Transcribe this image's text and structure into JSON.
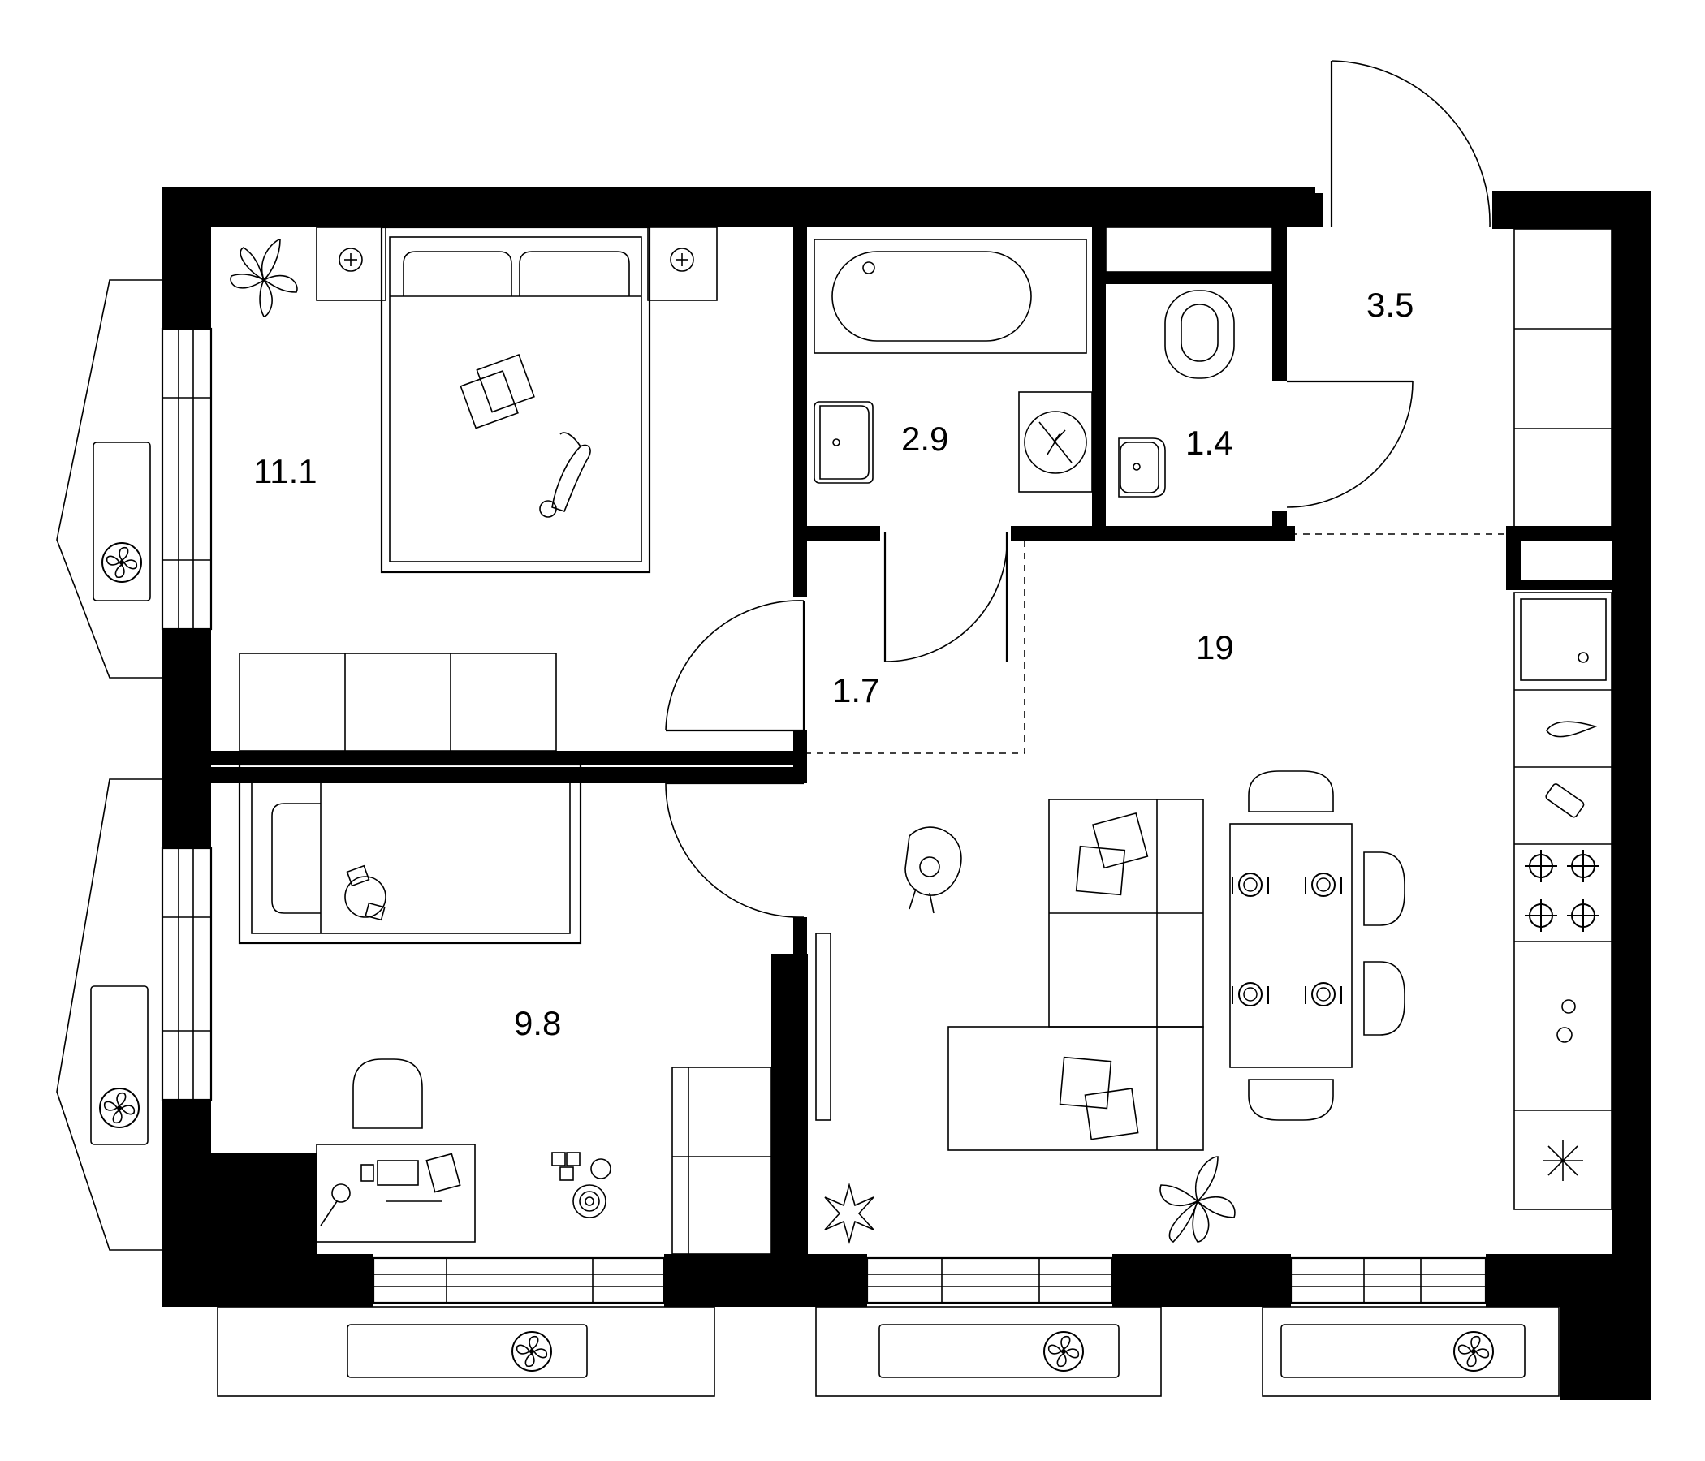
{
  "rooms": [
    {
      "id": "bedroom",
      "area": "11.1"
    },
    {
      "id": "bathroom",
      "area": "2.9"
    },
    {
      "id": "wc",
      "area": "1.4"
    },
    {
      "id": "entrance-hall",
      "area": "3.5"
    },
    {
      "id": "corridor",
      "area": "1.7"
    },
    {
      "id": "kitchen-living",
      "area": "19"
    },
    {
      "id": "kids-room",
      "area": "9.8"
    }
  ],
  "icons": {
    "fan": "fan-icon",
    "plant": "plant-icon",
    "cat": "cat-icon",
    "dog": "dog-icon",
    "snowflake": "snowflake-icon",
    "boiler": "boiler-icon"
  }
}
